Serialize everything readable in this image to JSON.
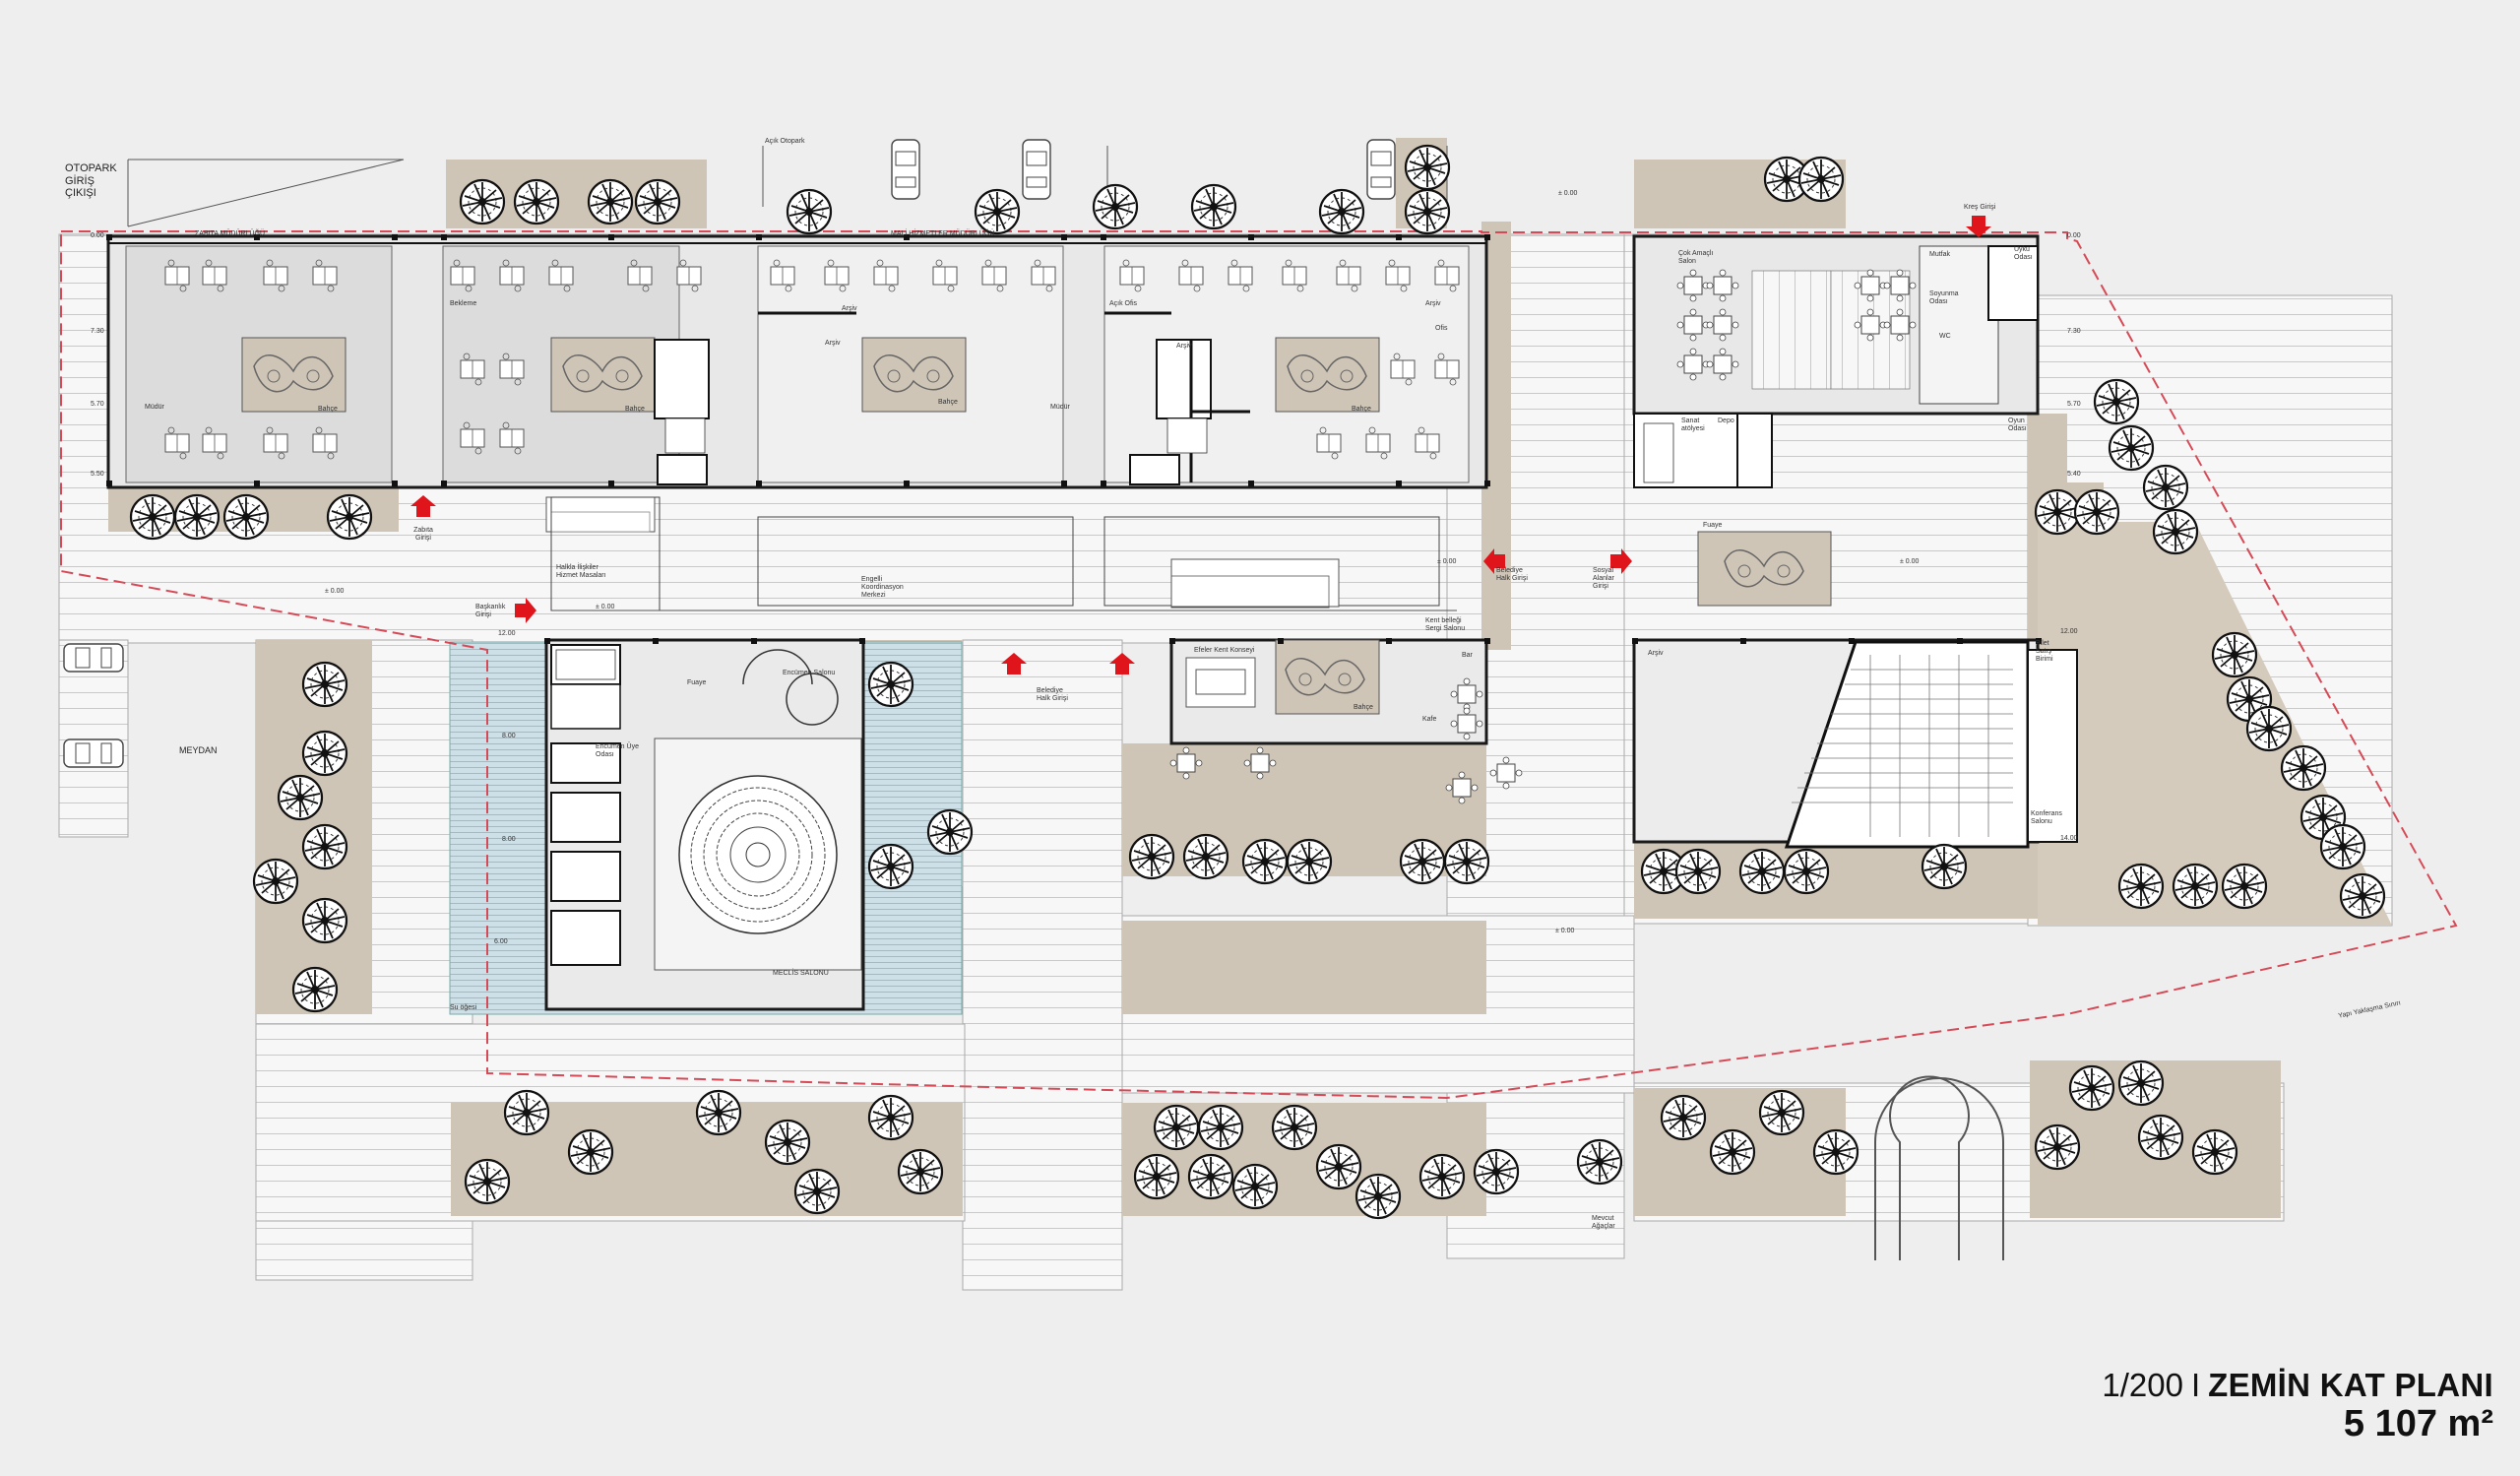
{
  "colors": {
    "background": "#eeeeee",
    "building_fill": "#e6e6e6",
    "landscape": "#cfc5b6",
    "water": "#cfe0e6",
    "wall": "#1a1a1a",
    "entry_arrow": "#e0151b",
    "site_boundary": "#d64a57",
    "paving_line": "#c8c8c8"
  },
  "icons": {
    "tree": "tree-icon",
    "car": "car-icon",
    "entry_arrow": "entry-arrow-icon",
    "level_marker": "level-marker-icon"
  },
  "title": {
    "scale": "1/200",
    "separator": "I",
    "name": "ZEMİN KAT PLANI",
    "area": "5 107 m²"
  },
  "labels": {
    "otopark": "OTOPARK\nGİRİŞ\nÇIKIŞI",
    "acik_otopark": "Açık Otopark",
    "zabita_mudurlugu": "ZABITA MÜDÜRLÜĞÜ",
    "mali_hizmetler": "MALİ HİZMETLER MÜDÜRLÜĞÜ",
    "bekleme": "Bekleme",
    "arsiv_1": "Arşiv",
    "arsiv_2": "Arşiv",
    "arsiv_3": "Arşiv",
    "arsiv_4": "Arşiv",
    "acik_ofis": "Açık Ofis",
    "ofis": "Ofis",
    "mudur_1": "Müdür",
    "mudur_2": "Müdür",
    "bahce_1": "Bahçe",
    "bahce_2": "Bahçe",
    "bahce_3": "Bahçe",
    "bahce_4": "Bahçe",
    "bahce_5": "Bahçe",
    "zabita_girisi": "Zabıta\nGirişi",
    "halkla_iliskiler": "Halkla İlişkiler\nHizmet Masaları",
    "engelli_koordinasyon": "Engelli\nKoordinasyon\nMerkezi",
    "baskanlik_girisi": "Başkanlık\nGirişi",
    "belediye_halk_girisi_1": "Belediye\nHalk Girişi",
    "belediye_halk_girisi_2": "Belediye\nHalk Girişi",
    "sosyal_alanlar_girisi": "Sosyal\nAlanlar\nGirişi",
    "kent_bellegi": "Kent belleği\nSergi Salonu",
    "efeler_kent_konseyi": "Efeler Kent Konseyi",
    "bar": "Bar",
    "kafe": "Kafe",
    "fuaye_1": "Fuaye",
    "fuaye_2": "Fuaye",
    "encumen_salonu": "Encümen Salonu",
    "encumen_uye_odasi": "Encümen Üye\nOdası",
    "meclis_salonu": "MECLİS SALONU",
    "su_ogesi": "Su öğesi",
    "meydan": "MEYDAN",
    "cok_amacli_salon": "Çok Amaçlı\nSalon",
    "kres_girisi": "Kreş Girişi",
    "uyku_odasi": "Uyku\nOdası",
    "mutfak": "Mutfak",
    "soyunma_odasi": "Soyunma\nOdası",
    "wc": "WC",
    "oyun_odasi": "Oyun\nOdası",
    "sanat_atolyesi": "Sanat\natölyesi",
    "depo": "Depo",
    "arsiv_sosyal": "Arşiv",
    "bilet_satis": "Bilet\nSatış\nBirimi",
    "konferans_salonu": "Konferans\nSalonu",
    "mevcut_agaclar": "Mevcut\nAğaçlar",
    "yapi_yaklasma": "Yapı Yaklaşma Sınırı"
  },
  "levels": {
    "l000": "0.00",
    "l730": "7.30",
    "l570": "5.70",
    "l550": "5.50",
    "l540": "5.40",
    "l1200": "12.00",
    "l1400": "14.00",
    "l800": "8.00",
    "l600": "6.00",
    "pm000": "± 0.00"
  }
}
